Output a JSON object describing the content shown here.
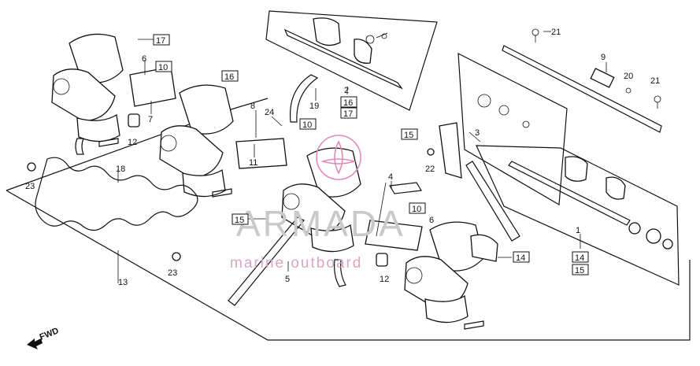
{
  "diagram": {
    "direction_label": "FWD",
    "watermark": {
      "brand": "ARMADA",
      "tagline": "marine outboard"
    },
    "callouts": {
      "c1": "1",
      "c2": "2",
      "c3": "3",
      "c4": "4",
      "c5": "5",
      "c6a": "6",
      "c6b": "6",
      "c7": "7",
      "c8": "8",
      "c9": "9",
      "c11": "11",
      "c12a": "12",
      "c12b": "12",
      "c13": "13",
      "c18": "18",
      "c19": "19",
      "c20": "20",
      "c21a": "21",
      "c21b": "21",
      "c22": "22",
      "c23a": "23",
      "c23b": "23",
      "c24": "24"
    },
    "boxed_callouts": {
      "b17a": "17",
      "b10a": "10",
      "b16a": "16",
      "b16b": "16",
      "b17b": "17",
      "b10b": "10",
      "b15a": "15",
      "b15b": "15",
      "b10c": "10",
      "b14a": "14",
      "b14b": "14",
      "b15c": "15"
    }
  }
}
